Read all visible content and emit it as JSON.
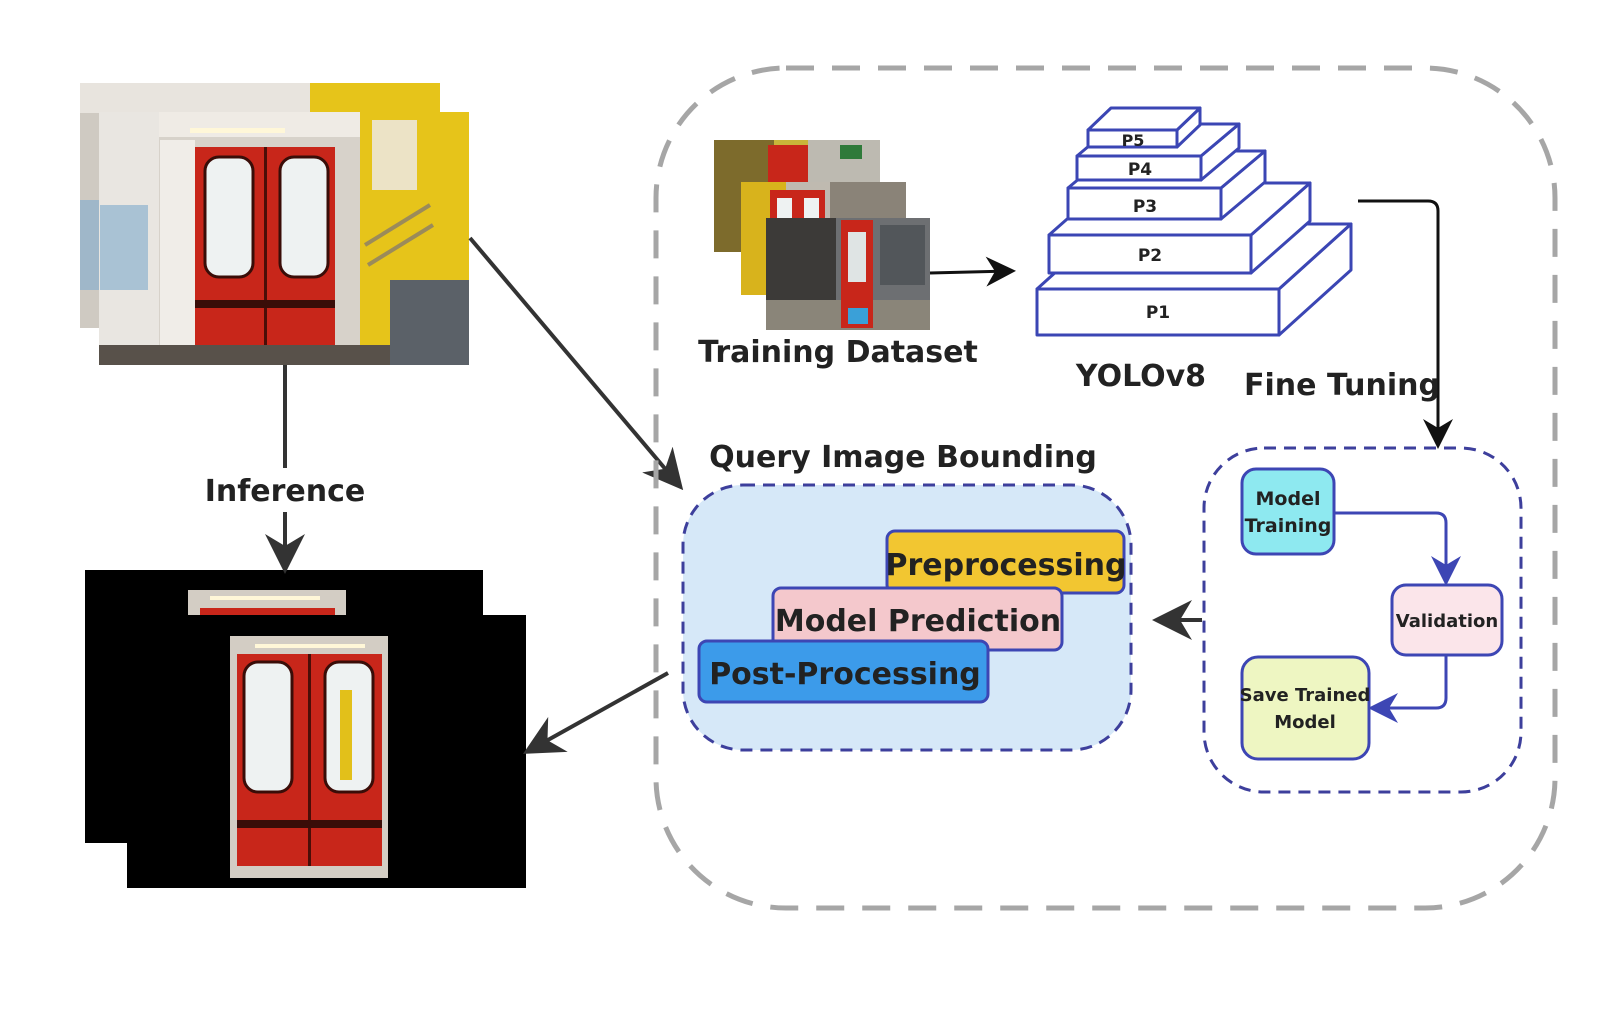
{
  "labels": {
    "inference": "Inference",
    "training_dataset": "Training Dataset",
    "yolo": "YOLOv8",
    "fine_tuning": "Fine Tuning",
    "query_image_bounding": "Query Image Bounding"
  },
  "pyramid_levels": [
    "P5",
    "P4",
    "P3",
    "P2",
    "P1"
  ],
  "query_steps": {
    "preprocessing": "Preprocessing",
    "model_prediction": "Model Prediction",
    "post_processing": "Post-Processing"
  },
  "training_loop": {
    "model_training_line1": "Model",
    "model_training_line2": "Training",
    "validation": "Validation",
    "save_line1": "Save Trained",
    "save_line2": "Model"
  },
  "colors": {
    "outer_dash": "#a6a6a6",
    "inner_dash": "#3d3f9c",
    "pyramid_stroke": "#3b46b4",
    "query_fill": "#d6e8f8",
    "preprocessing": "#f2c631",
    "model_prediction": "#f4c8cc",
    "post_processing": "#3c9bea",
    "model_training": "#8ee9f0",
    "validation": "#fbe5ea",
    "save_model": "#eef6c2",
    "door_red": "#c8261a",
    "wall_yellow": "#e6c41a"
  }
}
